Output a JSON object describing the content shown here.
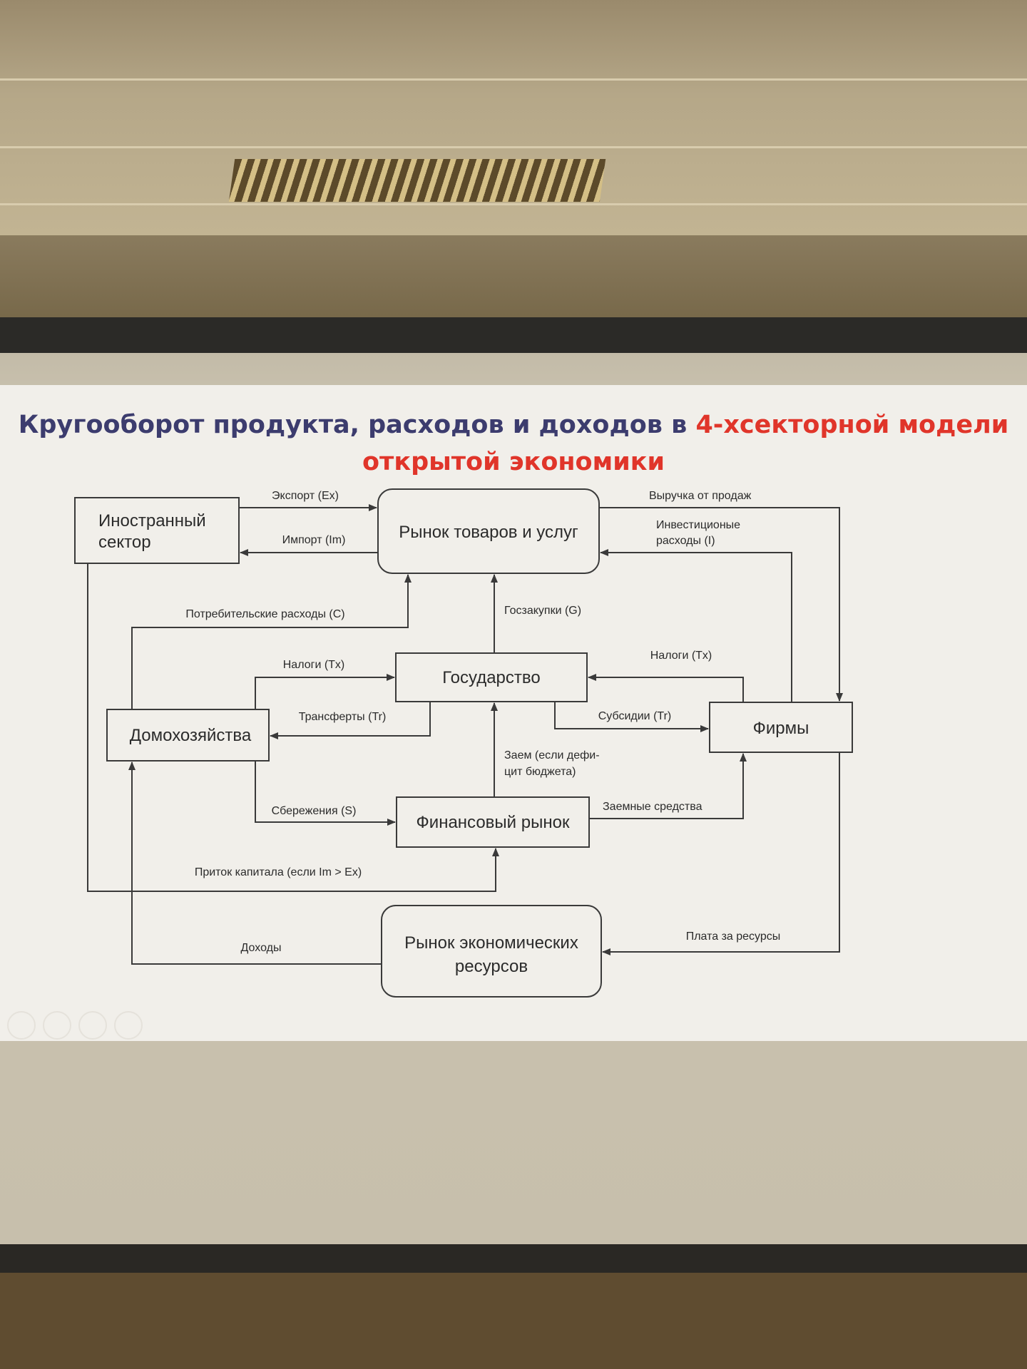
{
  "slide": {
    "title_part1": "Кругооборот продукта, расходов и доходов в ",
    "title_part2": "4-хсекторной  модели",
    "title_line2": "открытой экономики",
    "colors": {
      "title_dark": "#3c3c6e",
      "title_accent": "#e0352a"
    }
  },
  "diagram": {
    "nodes": {
      "foreign_line1": "Иностранный",
      "foreign_line2": "сектор",
      "goods_market": "Рынок товаров и услуг",
      "government": "Государство",
      "households": "Домохозяйства",
      "firms": "Фирмы",
      "financial_market": "Финансовый рынок",
      "resource_market_line1": "Рынок экономических",
      "resource_market_line2": "ресурсов"
    },
    "edges": {
      "export": "Экспорт (Ex)",
      "import": "Импорт (Im)",
      "sales_revenue": "Выручка от продаж",
      "investment_line1": "Инвестиционые",
      "investment_line2": "расходы (I)",
      "consumption": "Потребительские расходы (C)",
      "gov_purchases": "Госзакупки (G)",
      "taxes_households": "Налоги (Tx)",
      "taxes_firms": "Налоги (Tx)",
      "transfers": "Трансферты (Tr)",
      "subsidies": "Субсидии (Tr)",
      "loan_line1": "Заем (если дефи-",
      "loan_line2": "цит бюджета)",
      "savings": "Сбережения (S)",
      "borrowed_funds": "Заемные средства",
      "capital_inflow": "Приток капитала (если Im > Ex)",
      "incomes": "Доходы",
      "resource_payments": "Плата за ресурсы"
    }
  }
}
